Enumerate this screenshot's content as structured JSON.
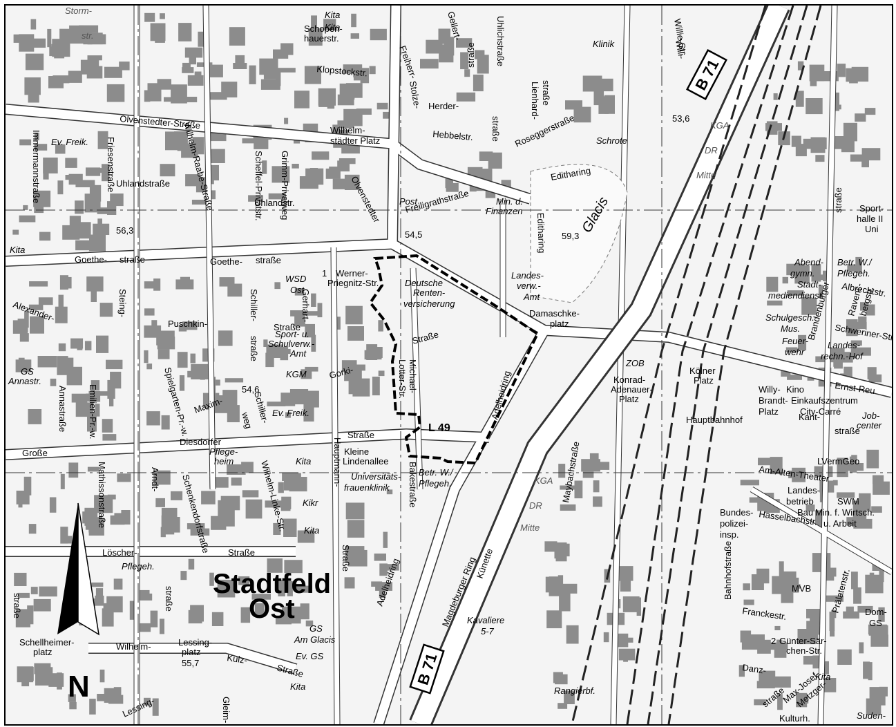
{
  "map": {
    "district": "Stadtfeld Ost",
    "district_line1": "Stadtfeld",
    "district_line2": "Ost",
    "north_label": "N",
    "road_shields": [
      "B 71",
      "B 71"
    ],
    "state_road": "L 49",
    "elevations": [
      "53,6",
      "56,3",
      "54,5",
      "59,3",
      "54,6",
      "55,7"
    ],
    "streets": [
      "Olvenstedter-Straße",
      "Olvenstedter",
      "Goethe-",
      "straße",
      "Goethe-",
      "straße",
      "Puschkin-",
      "Straße",
      "Diesdorfer",
      "Straße",
      "Große",
      "Löscher-",
      "Straße",
      "Uhlandstraße",
      "Uhlandstr.",
      "Immermannstraße",
      "Friesenstraße",
      "Wilhelm-Raabe-Straße",
      "Scheffel-Privatstr.",
      "Grimm-Privatweg",
      "Alexander-",
      "Steing-",
      "Gerhart-",
      "Hauptmann-",
      "Straße",
      "Schiller-",
      "straße",
      "Gorki-",
      "Straße",
      "Maxim-",
      "Schiller-",
      "weg",
      "Annastraße",
      "Emilien-Pr.-w.",
      "Spielgarten-Pr.-w.",
      "Mathissonstraße",
      "Arndt-",
      "straße",
      "Schenkendorfstraße",
      "Wilhelm-Linke-Str.",
      "Lessing-",
      "platz",
      "Wilhelm-",
      "Külz-",
      "Straße",
      "Lessing-",
      "Gleim-",
      "Schellheimer-",
      "platz",
      "straße",
      "Storm-",
      "str.",
      "Schopen-",
      "hauerstr.",
      "Klopstockstr.",
      "Freiherr-",
      "Stolze-",
      "Herder-",
      "straße",
      "Gellert-",
      "straße",
      "Uhlichstraße",
      "Lienhard-",
      "straße",
      "Roseggerstraße",
      "Hebbelstr.",
      "Freiligrathstraße",
      "Editharing",
      "Editharing",
      "Schrote",
      "Wilhelm-",
      "städter Platz",
      "Werner-",
      "Priegnitz-Str.",
      "Damaschke-",
      "platz",
      "Adelheidring",
      "Adelheidring",
      "Lotter-Str.",
      "Michael-",
      "Kleine",
      "Lindenallee",
      "Bakestraße",
      "Magdeburger Ring",
      "Künette",
      "Maybachstraße",
      "Ernst-Reu",
      "Kölner",
      "Platz",
      "Konrad-",
      "Adenauer-",
      "Platz",
      "Am-Alten-Theater",
      "Hasselbachstr.",
      "Bahnhofstraße",
      "Franckestr.",
      "Danz-",
      "Max-Josef-",
      "Metzger-",
      "straße",
      "Kulturh.",
      "Günter-Sär-",
      "chen-Str.",
      "Prälatenstr.",
      "Brandenburger",
      "Ravens-",
      "bergstr.",
      "Albrechtstr.",
      "Schweriner-Str.",
      "Kant-",
      "straße",
      "Willi-",
      "Willy-",
      "Brandt-",
      "Platz",
      "Sport-",
      "halle II",
      "Uni",
      "straße",
      "Willie-Str."
    ],
    "places": [
      "Kita",
      "Kita",
      "Kita",
      "Kita",
      "Kita",
      "Kita",
      "Kita",
      "Kikr",
      "Klinik",
      "Post",
      "Min. d.",
      "Finanzen",
      "Landes-",
      "verw.-",
      "Amt",
      "Deutsche",
      "Renten-",
      "versicherung",
      "WSD",
      "Ost",
      "Sport- u.",
      "Schulverw.-",
      "Amt",
      "KGM",
      "Ev. Freik.",
      "Ev. Freik.",
      "GS",
      "Annastr.",
      "Pflege-",
      "heim",
      "Universitäts-",
      "frauenklinik",
      "Betr. W./",
      "Pflegeh.",
      "Pflegeh.",
      "GS",
      "Am Glacis",
      "Ev. GS",
      "Glacis",
      "KGA",
      "DR",
      "Mitte",
      "KGA",
      "DR",
      "Mitte",
      "ZOB",
      "Hauptbahnhof",
      "Kino",
      "Einkaufszentrum",
      "City-Carré",
      "Job-",
      "center",
      "LVermGeo",
      "Landes-",
      "betrieb",
      "Bau",
      "SWM",
      "Min. f. Wirtsch.",
      "u. Arbeit",
      "Bundes-",
      "polizei-",
      "insp.",
      "MVB",
      "Kavaliere",
      "5-7",
      "Rangierbf.",
      "Dom-",
      "GS",
      "Suden-",
      "Abend-",
      "gymn.",
      "Stadt-",
      "mediendienst.",
      "Betr. W./",
      "Pflegeh.",
      "Schulgesch.",
      "Mus.",
      "Feuer-",
      "wehr",
      "Landes-",
      "rechn.-Hof"
    ],
    "numbers": [
      "1",
      "2"
    ]
  }
}
